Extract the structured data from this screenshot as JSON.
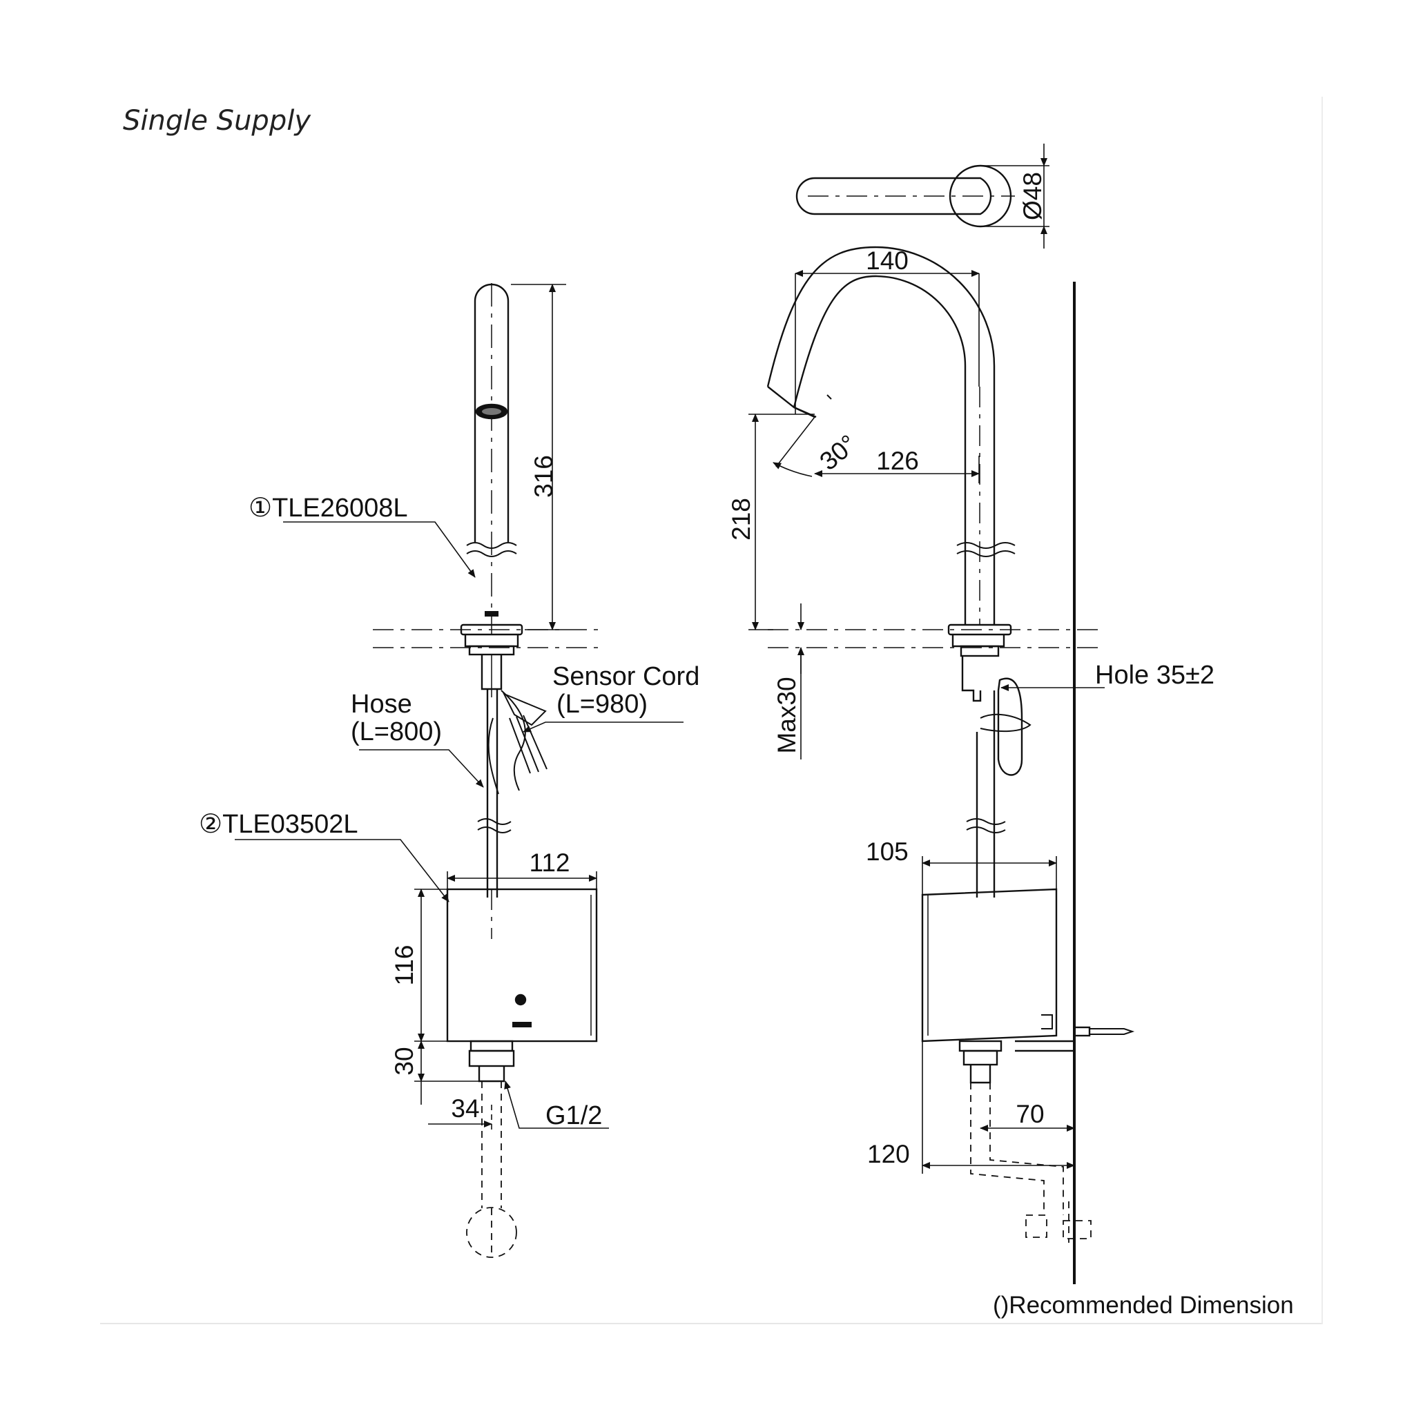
{
  "title": "Single Supply",
  "labels": {
    "faucet_model": "①TLE26008L",
    "control_box_model": "②TLE03502L",
    "sensor_cord": "Sensor Cord",
    "sensor_cord_length": "(L=980)",
    "hose": "Hose",
    "hose_length": "(L=800)",
    "thread": "G1/2",
    "hole": "Hole 35±2",
    "note": "()Recommended Dimension"
  },
  "dimensions": {
    "spout_height": "316",
    "box_width_front": "112",
    "box_height": "116",
    "outlet_height": "30",
    "outlet_offset": "34",
    "top_reach": "140",
    "angle": "30°",
    "spout_reach": "126",
    "outlet_clearance": "218",
    "deck_thickness": "Max30",
    "box_width_side": "105",
    "wall_to_outlet": "70",
    "wall_to_box": "120",
    "base_diameter": "Ø48"
  }
}
